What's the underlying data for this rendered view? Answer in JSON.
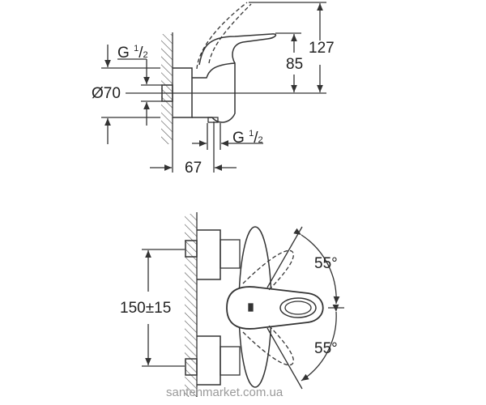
{
  "side_view": {
    "dim_total_height": "127",
    "dim_handle_height": "85",
    "dim_diameter": "Ø70",
    "dim_projection": "67",
    "inlet_thread": {
      "prefix": "G",
      "num": "1",
      "sep": "/",
      "den": "2"
    },
    "outlet_thread": {
      "prefix": "G",
      "num": "1",
      "sep": "/",
      "den": "2"
    }
  },
  "front_view": {
    "dim_center_distance": "150±15",
    "angle_up": "55°",
    "angle_down": "55°"
  },
  "watermark": "santehmarket.com.ua"
}
